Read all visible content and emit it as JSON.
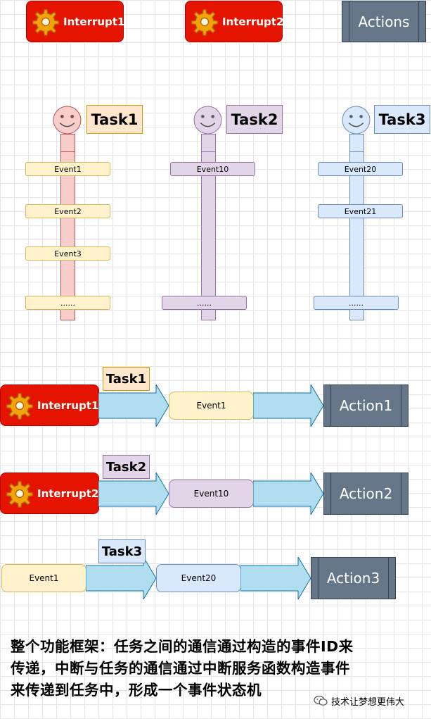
{
  "legend": {
    "interrupt1": "Interrupt1",
    "interrupt2": "Interrupt2",
    "actions": "Actions"
  },
  "lifelines": [
    {
      "task": "Task1",
      "events": [
        "Event1",
        "Event2",
        "Event3",
        "......"
      ]
    },
    {
      "task": "Task2",
      "events": [
        "Event10",
        "......"
      ]
    },
    {
      "task": "Task3",
      "events": [
        "Event20",
        "Event21",
        "......"
      ]
    }
  ],
  "flows": [
    {
      "source": "Interrupt1",
      "task": "Task1",
      "event": "Event1",
      "action": "Action1"
    },
    {
      "source": "Interrupt2",
      "task": "Task2",
      "event": "Event10",
      "action": "Action2"
    },
    {
      "source": "Event1",
      "task": "Task3",
      "event": "Event20",
      "action": "Action3"
    }
  ],
  "caption": [
    "整个功能框架：任务之间的通信通过构造的事件ID来",
    "传递，中断与任务的通信通过中断服务函数构造事件",
    "来传递到任务中，形成一个事件状态机"
  ],
  "watermark": "技术让梦想更伟大",
  "colors": {
    "interrupt": "#e51400",
    "action": "#647687",
    "event_yellow": "#fff2cc",
    "arrow": "#b1ddf0",
    "gear": "#f2a20d"
  }
}
